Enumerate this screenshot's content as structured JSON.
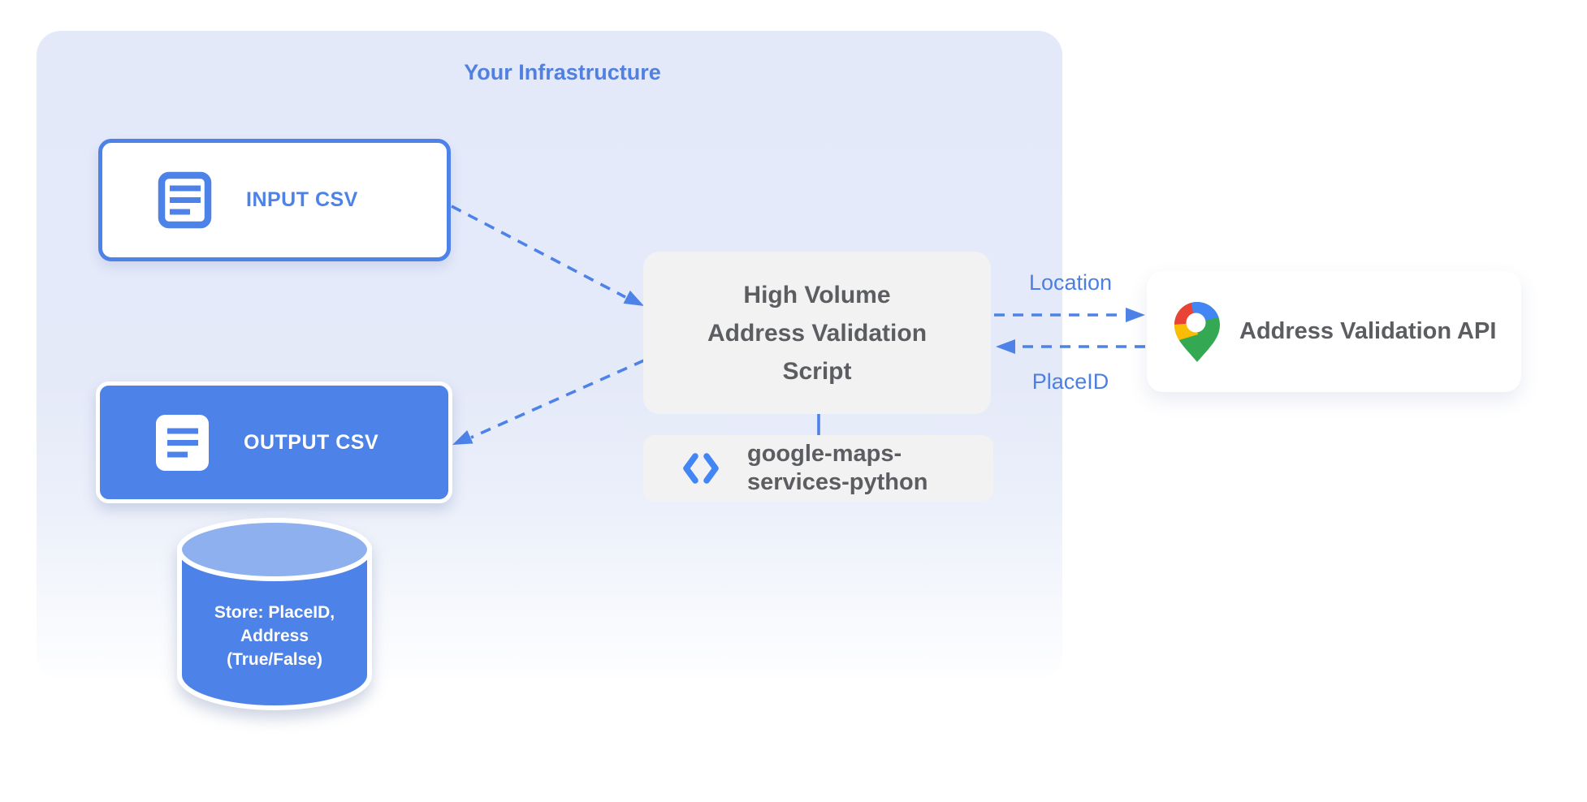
{
  "container": {
    "title": "Your Infrastructure"
  },
  "nodes": {
    "input_csv": {
      "label": "INPUT CSV",
      "icon": "document-icon"
    },
    "output_csv": {
      "label": "OUTPUT CSV",
      "icon": "document-icon"
    },
    "datastore": {
      "label": "Store: PlaceID,\nAddress\n(True/False)",
      "icon": "database-cylinder"
    },
    "script": {
      "label": "High Volume\nAddress Validation\nScript"
    },
    "library": {
      "label": "google-maps-\nservices-python",
      "icon": "code-icon"
    },
    "api": {
      "label": "Address Validation API",
      "icon": "google-maps-pin-icon"
    }
  },
  "edges": {
    "location_label": "Location",
    "placeid_label": "PlaceID"
  },
  "colors": {
    "accent_blue": "#4d82e8",
    "label_blue": "#4c7fe3",
    "container_bg": "#e4eafa",
    "box_gray": "#f2f2f3",
    "text_gray": "#5b5d60",
    "cylinder_top_blue": "#8fb0ee",
    "pin_blue": "#4285F4",
    "pin_red": "#EA4335",
    "pin_yellow": "#FBBC04",
    "pin_green": "#34A853"
  }
}
